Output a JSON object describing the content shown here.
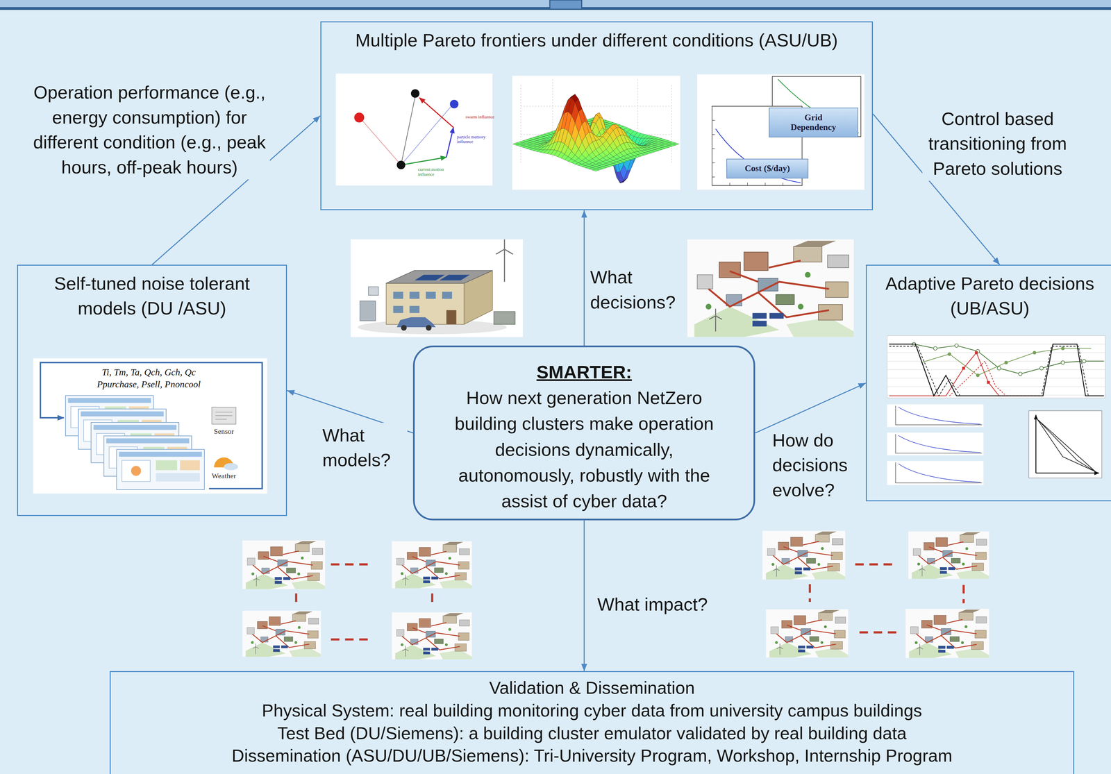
{
  "diagram": {
    "nodes": [
      {
        "text": [
          "Multiple Pareto frontiers under different conditions (ASU/UB)"
        ]
      },
      {
        "text": [
          "Grid Dependency"
        ],
        "in": 0
      },
      {
        "text": [
          "Cost ($/day)"
        ],
        "in": 0
      },
      {
        "text": [
          "Self-tuned noise tolerant models (DU /ASU)"
        ]
      },
      {
        "text": [
          "SMARTER:",
          "How next generation NetZero building clusters make operation decisions dynamically, autonomously, robustly with the assist of cyber data?"
        ]
      },
      {
        "text": [
          "Adaptive Pareto decisions (UB/ASU)"
        ]
      },
      {
        "text": [
          "Validation & Dissemination",
          "Physical System: real building monitoring cyber data from university campus buildings",
          "Test Bed (DU/Siemens): a building cluster emulator validated by real building data",
          "Dissemination (ASU/DU/UB/Siemens): Tri-University Program, Workshop, Internship Program"
        ]
      }
    ],
    "edges": [
      {
        "from": 3,
        "to": 0,
        "label": "Operation performance (e.g., energy consumption) for different condition (e.g., peak hours, off-peak hours)",
        "arrow": "to"
      },
      {
        "from": 0,
        "to": 5,
        "label": "Control based transitioning from Pareto solutions",
        "arrow": "to"
      },
      {
        "from": 4,
        "to": 0,
        "label": "What decisions?",
        "arrow": "to"
      },
      {
        "from": 4,
        "to": 3,
        "label": "What models?",
        "arrow": "to"
      },
      {
        "from": 4,
        "to": 5,
        "label": "How do decisions evolve?",
        "arrow": "to"
      },
      {
        "from": 4,
        "to": 6,
        "label": "What impact?",
        "arrow": "to"
      }
    ],
    "labels": [
      "Ti, Tm, Ta, Qch, Gch, Qc",
      "Ppurchase, Psell, Pnoncool",
      "Sensor",
      "Weather",
      "swarm influence",
      "particle memory influence",
      "current motion influence"
    ]
  }
}
